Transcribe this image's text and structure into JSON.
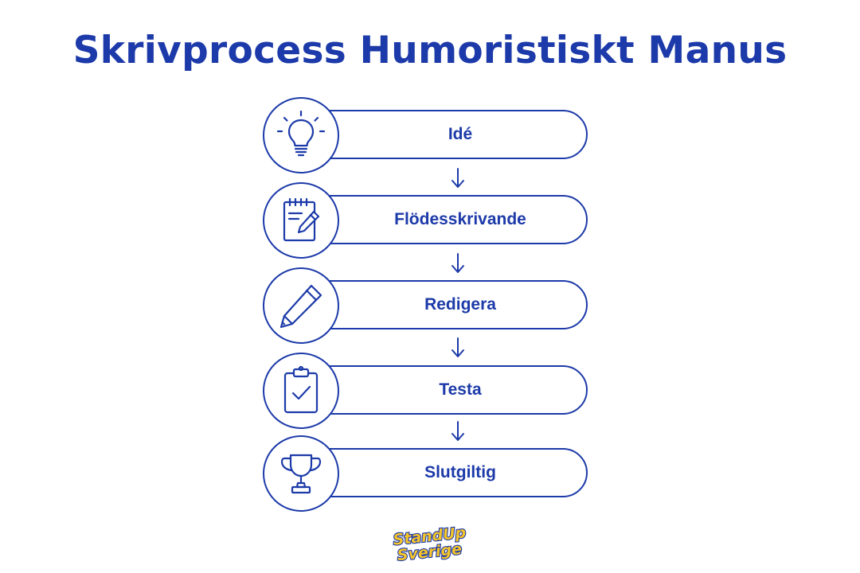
{
  "title": "Skrivprocess Humoristiskt Manus",
  "colors": {
    "primary": "#1c3aa9",
    "background": "#ffffff",
    "logo_yellow": "#f4c42b"
  },
  "steps": [
    {
      "label": "Idé",
      "icon": "lightbulb-icon"
    },
    {
      "label": "Flödesskrivande",
      "icon": "notepad-pencil-icon"
    },
    {
      "label": "Redigera",
      "icon": "pencil-icon"
    },
    {
      "label": "Testa",
      "icon": "clipboard-check-icon"
    },
    {
      "label": "Slutgiltig",
      "icon": "trophy-icon"
    }
  ],
  "logo": {
    "line1": "StandUp",
    "line2": "Sverige"
  }
}
